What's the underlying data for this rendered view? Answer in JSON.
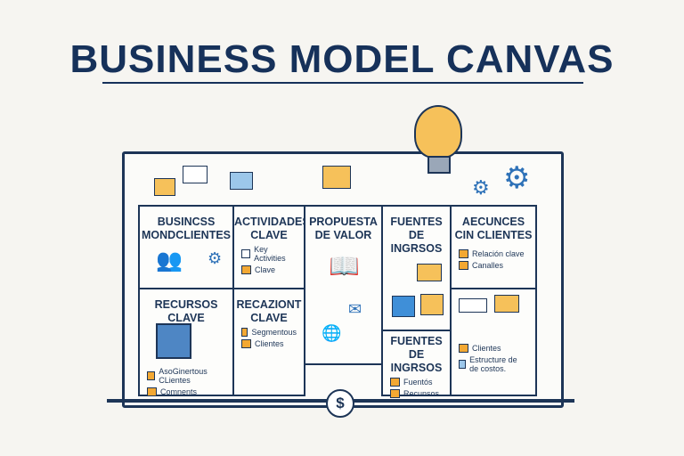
{
  "title": "BUSINESS MODEL CANVAS",
  "cells": {
    "c1": {
      "title": "BUSINCSS MONDCLIENTES"
    },
    "c2": {
      "title": "RECURSOS CLAVE",
      "items": [
        "AsoGinertous CLientes",
        "Comnents"
      ]
    },
    "c3": {
      "title": "ACTIVIDADES CLAVE",
      "items": [
        "Key Activities",
        "Clave"
      ]
    },
    "c4": {
      "title": "RECAZIONT CLAVE",
      "items": [
        "Segmentous",
        "Clientes"
      ]
    },
    "c5": {
      "title": "PROPUESTA DE VALOR"
    },
    "c6": {
      "title": "FUENTES DE INGRSOS"
    },
    "c7": {
      "title": "FUENTES DE INGRSOS",
      "items": [
        "Fuentós",
        "Recunsos."
      ]
    },
    "c8": {
      "title": "AECUNCES CIN CLIENTES",
      "items": [
        "Relación clave",
        "Canalles"
      ]
    },
    "c9": {
      "items": [
        "Clientes",
        "Estructure de de costos."
      ]
    }
  },
  "icons": {
    "bulb": "lightbulb-icon",
    "gear": "gear-icon",
    "dollar": "dollar-icon"
  },
  "colors": {
    "navy": "#1d3557",
    "orange": "#f3a833",
    "blue": "#2f72b8"
  }
}
